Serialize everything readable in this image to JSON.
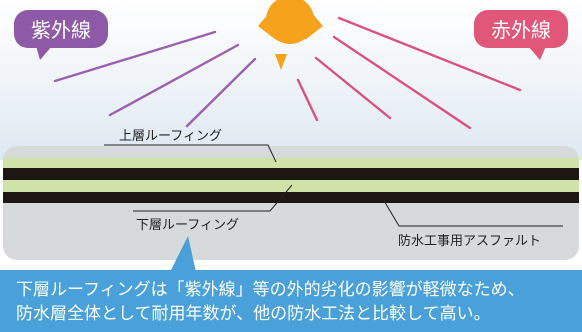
{
  "badges": {
    "uv": {
      "label": "紫外線",
      "color": "#8e5aa7"
    },
    "ir": {
      "label": "赤外線",
      "color": "#e0577a"
    }
  },
  "labels": {
    "upper_roofing": "上層ルーフィング",
    "lower_roofing": "下層ルーフィング",
    "asphalt": "防水工事用アスファルト"
  },
  "info": {
    "line1": "下層ルーフィングは「紫外線」等の外的劣化の影響が軽微なため、",
    "line2": "防水層全体として耐用年数が、他の防水工法と比較して高い。",
    "background_color": "#4aa0d8"
  },
  "colors": {
    "sun": "#f6a21c",
    "uv_rays": "#9c5fb0",
    "ir_rays": "#d9527f",
    "roofing_layer": "#cfe3a9",
    "asphalt_layer": "#1d1613",
    "base": "#d6dadb"
  }
}
